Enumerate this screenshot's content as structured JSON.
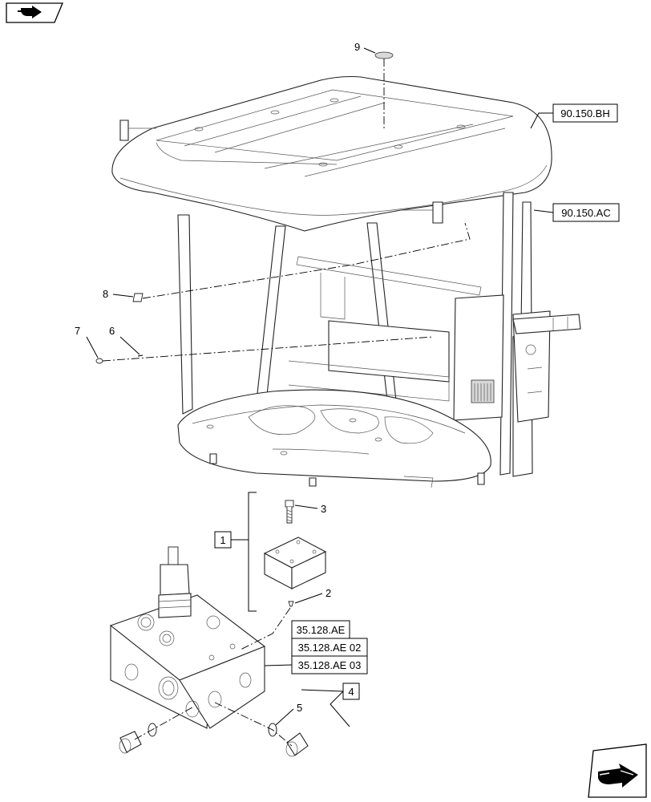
{
  "nav": {
    "prev_icon": "arrow-left-icon",
    "next_icon": "arrow-right-icon"
  },
  "callouts": {
    "c1": "1",
    "c2": "2",
    "c3": "3",
    "c4": "4",
    "c5": "5",
    "c6": "6",
    "c7": "7",
    "c8": "8",
    "c9": "9"
  },
  "references": {
    "r1": "90.150.BH",
    "r2": "90.150.AC",
    "r3": "35.128.AE",
    "r4": "35.128.AE 02",
    "r5": "35.128.AE 03"
  }
}
